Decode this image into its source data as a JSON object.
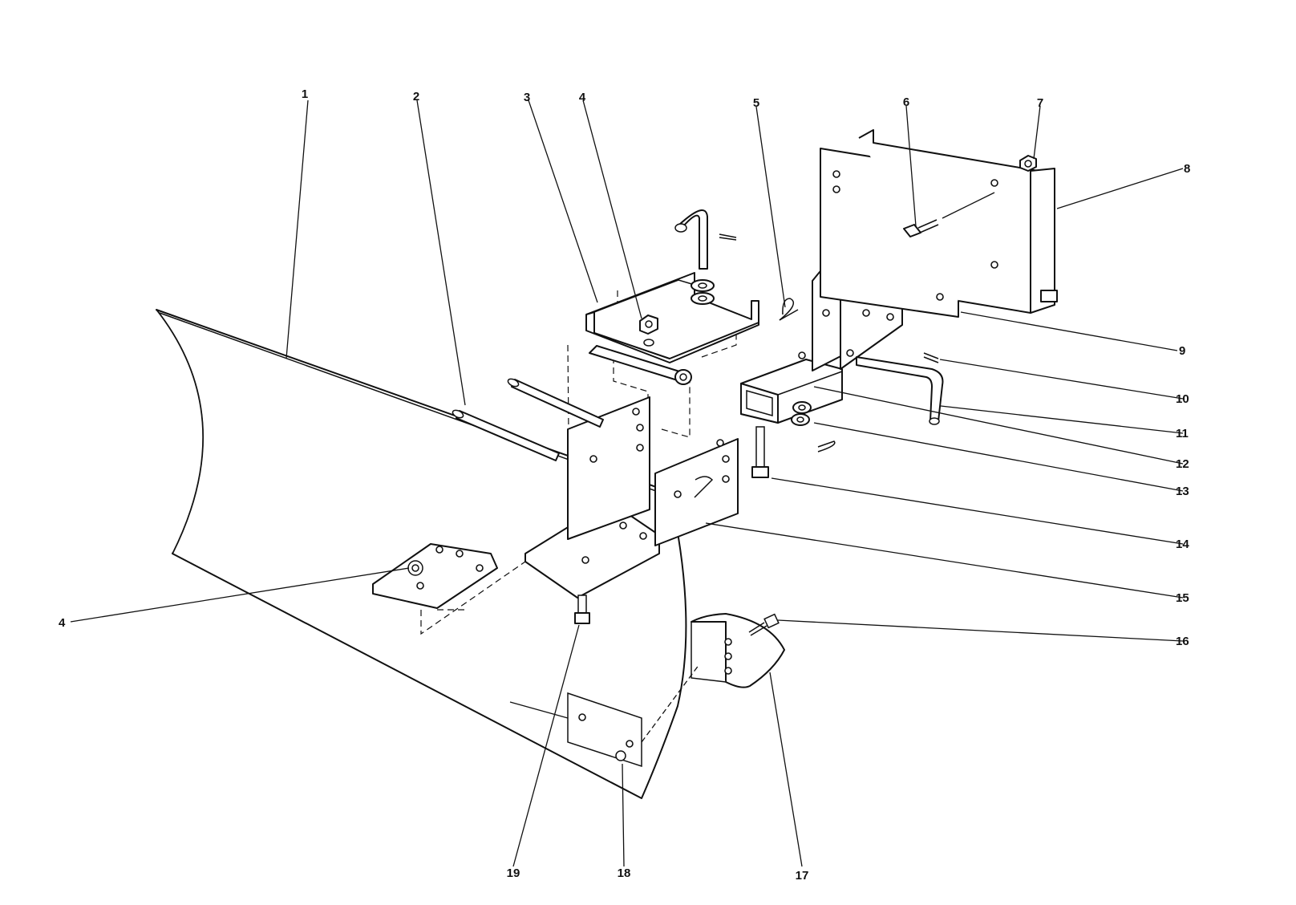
{
  "callouts": [
    {
      "id": "1",
      "label": "1"
    },
    {
      "id": "2",
      "label": "2"
    },
    {
      "id": "3",
      "label": "3"
    },
    {
      "id": "4a",
      "label": "4"
    },
    {
      "id": "5",
      "label": "5"
    },
    {
      "id": "6",
      "label": "6"
    },
    {
      "id": "7",
      "label": "7"
    },
    {
      "id": "8",
      "label": "8"
    },
    {
      "id": "9",
      "label": "9"
    },
    {
      "id": "10",
      "label": "10"
    },
    {
      "id": "11",
      "label": "11"
    },
    {
      "id": "12",
      "label": "12"
    },
    {
      "id": "13",
      "label": "13"
    },
    {
      "id": "14",
      "label": "14"
    },
    {
      "id": "15",
      "label": "15"
    },
    {
      "id": "16",
      "label": "16"
    },
    {
      "id": "17",
      "label": "17"
    },
    {
      "id": "18",
      "label": "18"
    },
    {
      "id": "19",
      "label": "19"
    },
    {
      "id": "4b",
      "label": "4"
    }
  ]
}
